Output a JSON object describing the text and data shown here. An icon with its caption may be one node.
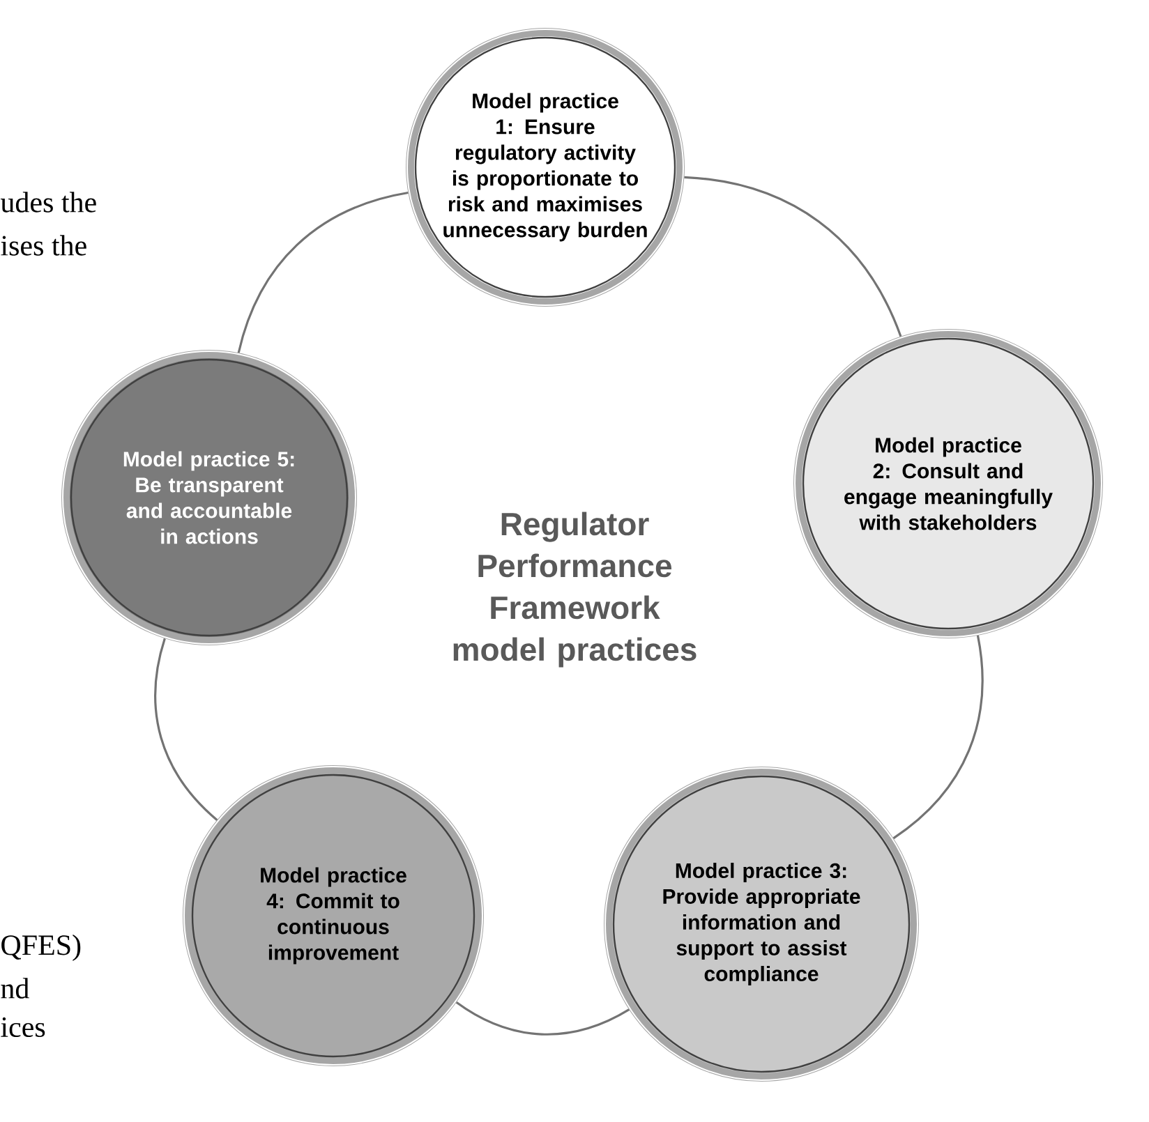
{
  "diagram": {
    "nodes": [
      {
        "text": [
          "Model practice 1: Ensure regulatory activity is proportionate to risk and maximises unnecessary burden"
        ]
      },
      {
        "text": [
          "Model practice 2: Consult and engage meaningfully with stakeholders"
        ]
      },
      {
        "text": [
          "Model practice 3: Provide appropriate information and support to assist compliance"
        ]
      },
      {
        "text": [
          "Model practice 4: Commit to continuous improvement"
        ]
      },
      {
        "text": [
          "Model practice 5: Be transparent and accountable in actions"
        ]
      }
    ],
    "edges": [
      {
        "from": 0,
        "to": 1,
        "arrow": "none"
      },
      {
        "from": 1,
        "to": 2,
        "arrow": "none"
      },
      {
        "from": 2,
        "to": 3,
        "arrow": "none"
      },
      {
        "from": 3,
        "to": 4,
        "arrow": "none"
      },
      {
        "from": 4,
        "to": 0,
        "arrow": "none"
      }
    ],
    "labels": [
      "udes the",
      "ises the",
      "Regulator Performance Framework model practices",
      "QFES)",
      "nd",
      "ices"
    ]
  }
}
